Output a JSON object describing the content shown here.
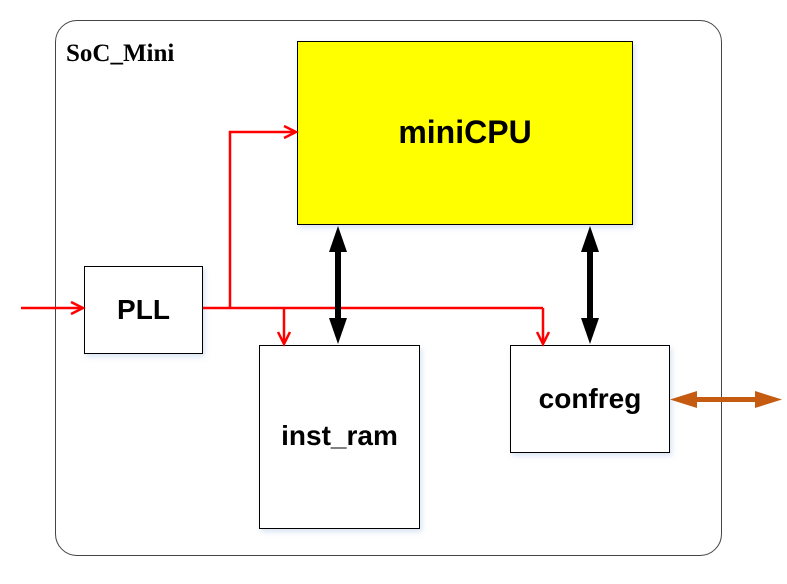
{
  "diagram": {
    "title": "SoC_Mini",
    "blocks": {
      "cpu": "miniCPU",
      "pll": "PLL",
      "inst_ram": "inst_ram",
      "confreg": "confreg"
    },
    "colors": {
      "cpu_fill": "#ffff00",
      "clock_wire": "#ff0000",
      "bus_arrow": "#000000",
      "external_arrow": "#c55a11"
    },
    "connections": [
      {
        "from": "external",
        "to": "PLL",
        "type": "clock-in"
      },
      {
        "from": "PLL",
        "to": "miniCPU",
        "type": "clock"
      },
      {
        "from": "PLL",
        "to": "inst_ram",
        "type": "clock"
      },
      {
        "from": "PLL",
        "to": "confreg",
        "type": "clock"
      },
      {
        "from": "miniCPU",
        "to": "inst_ram",
        "type": "bidirectional-bus"
      },
      {
        "from": "miniCPU",
        "to": "confreg",
        "type": "bidirectional-bus"
      },
      {
        "from": "confreg",
        "to": "external",
        "type": "bidirectional-io"
      }
    ]
  }
}
